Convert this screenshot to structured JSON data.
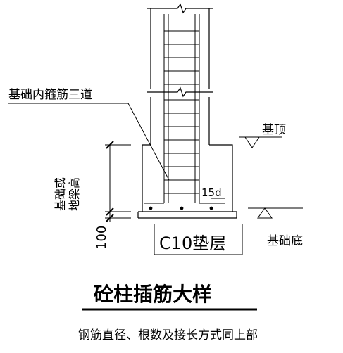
{
  "labels": {
    "inner_stirrups": "基础内箍筋三道",
    "foundation_top": "基顶",
    "foundation_bottom": "基础底",
    "height_left": "基础或",
    "height_right": "地梁高",
    "anchor_length": "15d",
    "cushion_thickness": "100",
    "cushion_layer": "C10垫层"
  },
  "title": "砼柱插筋大样",
  "note": "钢筋直径、根数及接长方式同上部",
  "colors": {
    "line": "#000000",
    "background": "#ffffff"
  }
}
